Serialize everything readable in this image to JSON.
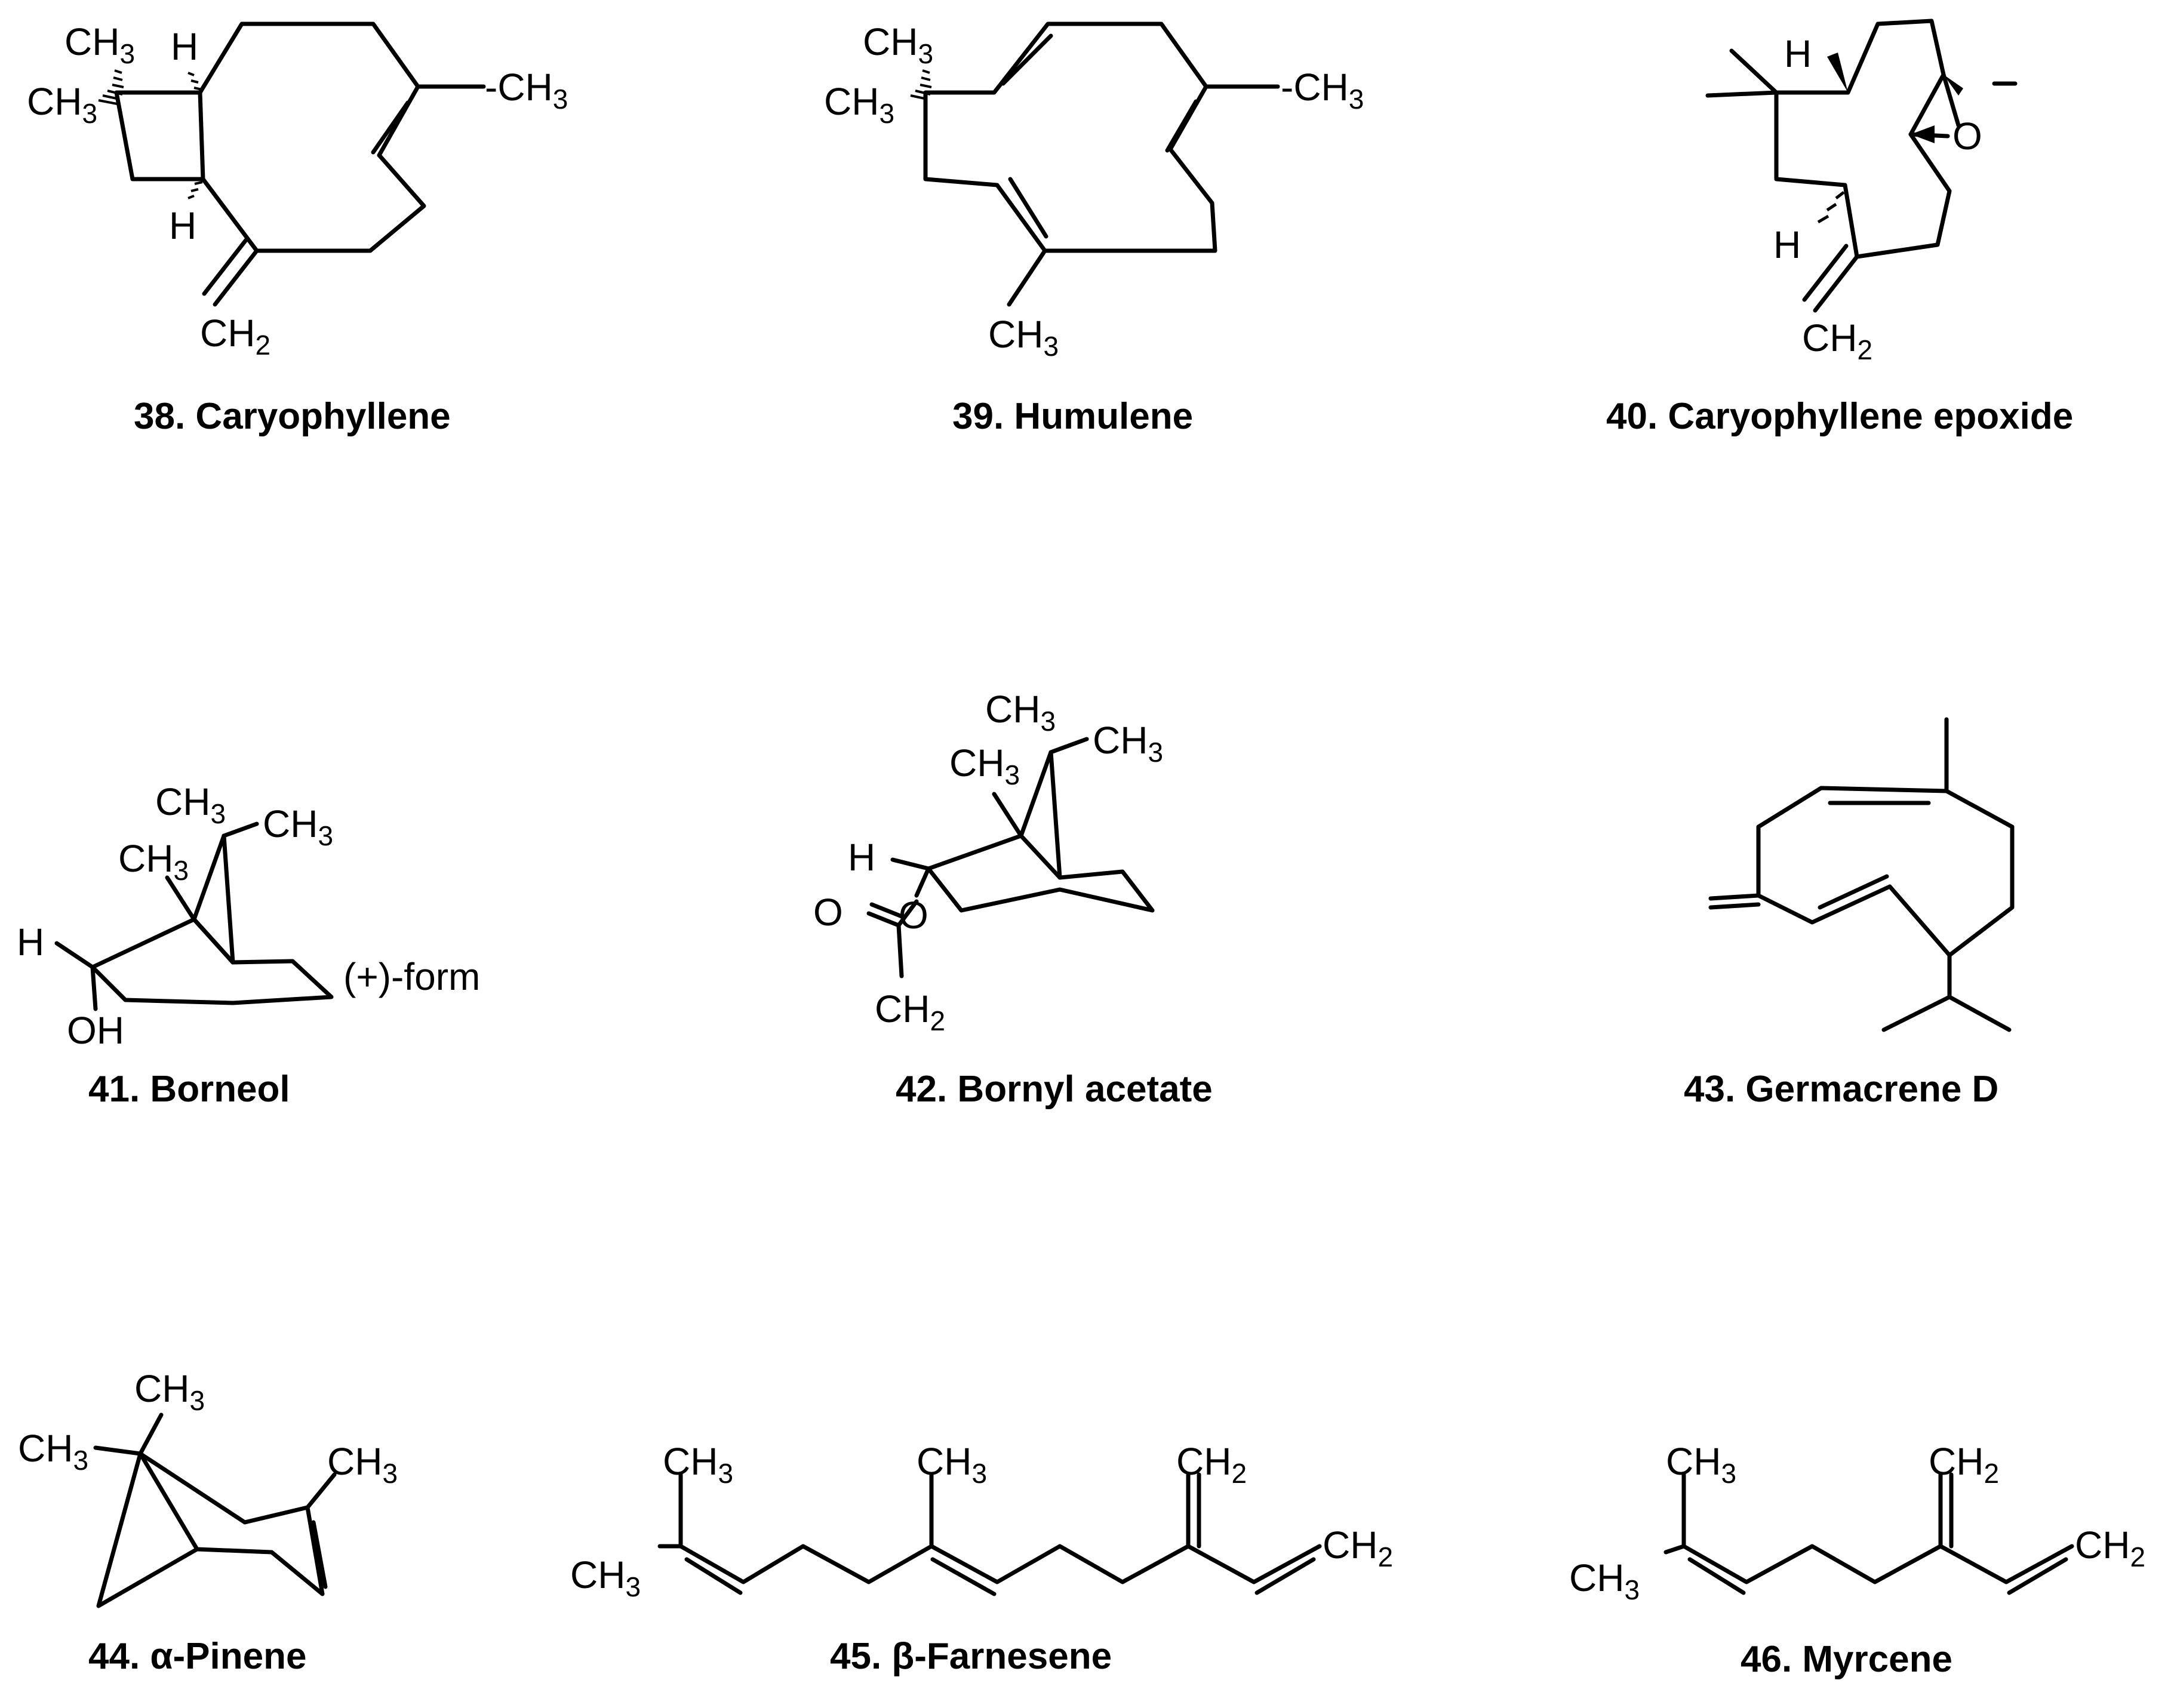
{
  "figure": {
    "molecules": [
      {
        "id": "m38",
        "caption": "38. Caryophyllene",
        "labels": {
          "ch3_top": "CH3",
          "ch3_left": "CH3",
          "h_top": "H",
          "h_bottom": "H",
          "ch3_right": "-CH3",
          "ch2": "CH2"
        }
      },
      {
        "id": "m39",
        "caption": "39. Humulene",
        "labels": {
          "ch3_top": "CH3",
          "ch3_left": "CH3",
          "ch3_right": "-CH3",
          "ch3_bottom": "CH3"
        }
      },
      {
        "id": "m40",
        "caption": "40. Caryophyllene epoxide",
        "labels": {
          "h_top": "H",
          "o": "O",
          "h_bottom": "H",
          "ch2": "CH2"
        }
      },
      {
        "id": "m41",
        "caption": "41. Borneol",
        "labels": {
          "ch3_a": "CH3",
          "ch3_b": "CH3",
          "ch3_c": "CH3",
          "h": "H",
          "oh": "OH",
          "form": "(+)-form"
        }
      },
      {
        "id": "m42",
        "caption": "42. Bornyl acetate",
        "labels": {
          "ch3_a": "CH3",
          "ch3_b": "CH3",
          "ch3_c": "CH3",
          "h": "H",
          "o_carbonyl": "O",
          "o_ester": "O",
          "ch2": "CH2"
        }
      },
      {
        "id": "m43",
        "caption": "43. Germacrene D",
        "labels": {}
      },
      {
        "id": "m44",
        "caption": "44. α-Pinene",
        "labels": {
          "ch3_top": "CH3",
          "ch3_left": "CH3",
          "ch3_right": "CH3"
        }
      },
      {
        "id": "m45",
        "caption": "45. β-Farnesene",
        "labels": {
          "ch3_a": "CH3",
          "ch3_b": "CH3",
          "ch2_top": "CH2",
          "ch3_left": "CH3",
          "ch2_end": "CH2"
        }
      },
      {
        "id": "m46",
        "caption": "46. Myrcene",
        "labels": {
          "ch3_top": "CH3",
          "ch2_top": "CH2",
          "ch3_left": "CH3",
          "ch2_end": "CH2"
        }
      }
    ]
  }
}
